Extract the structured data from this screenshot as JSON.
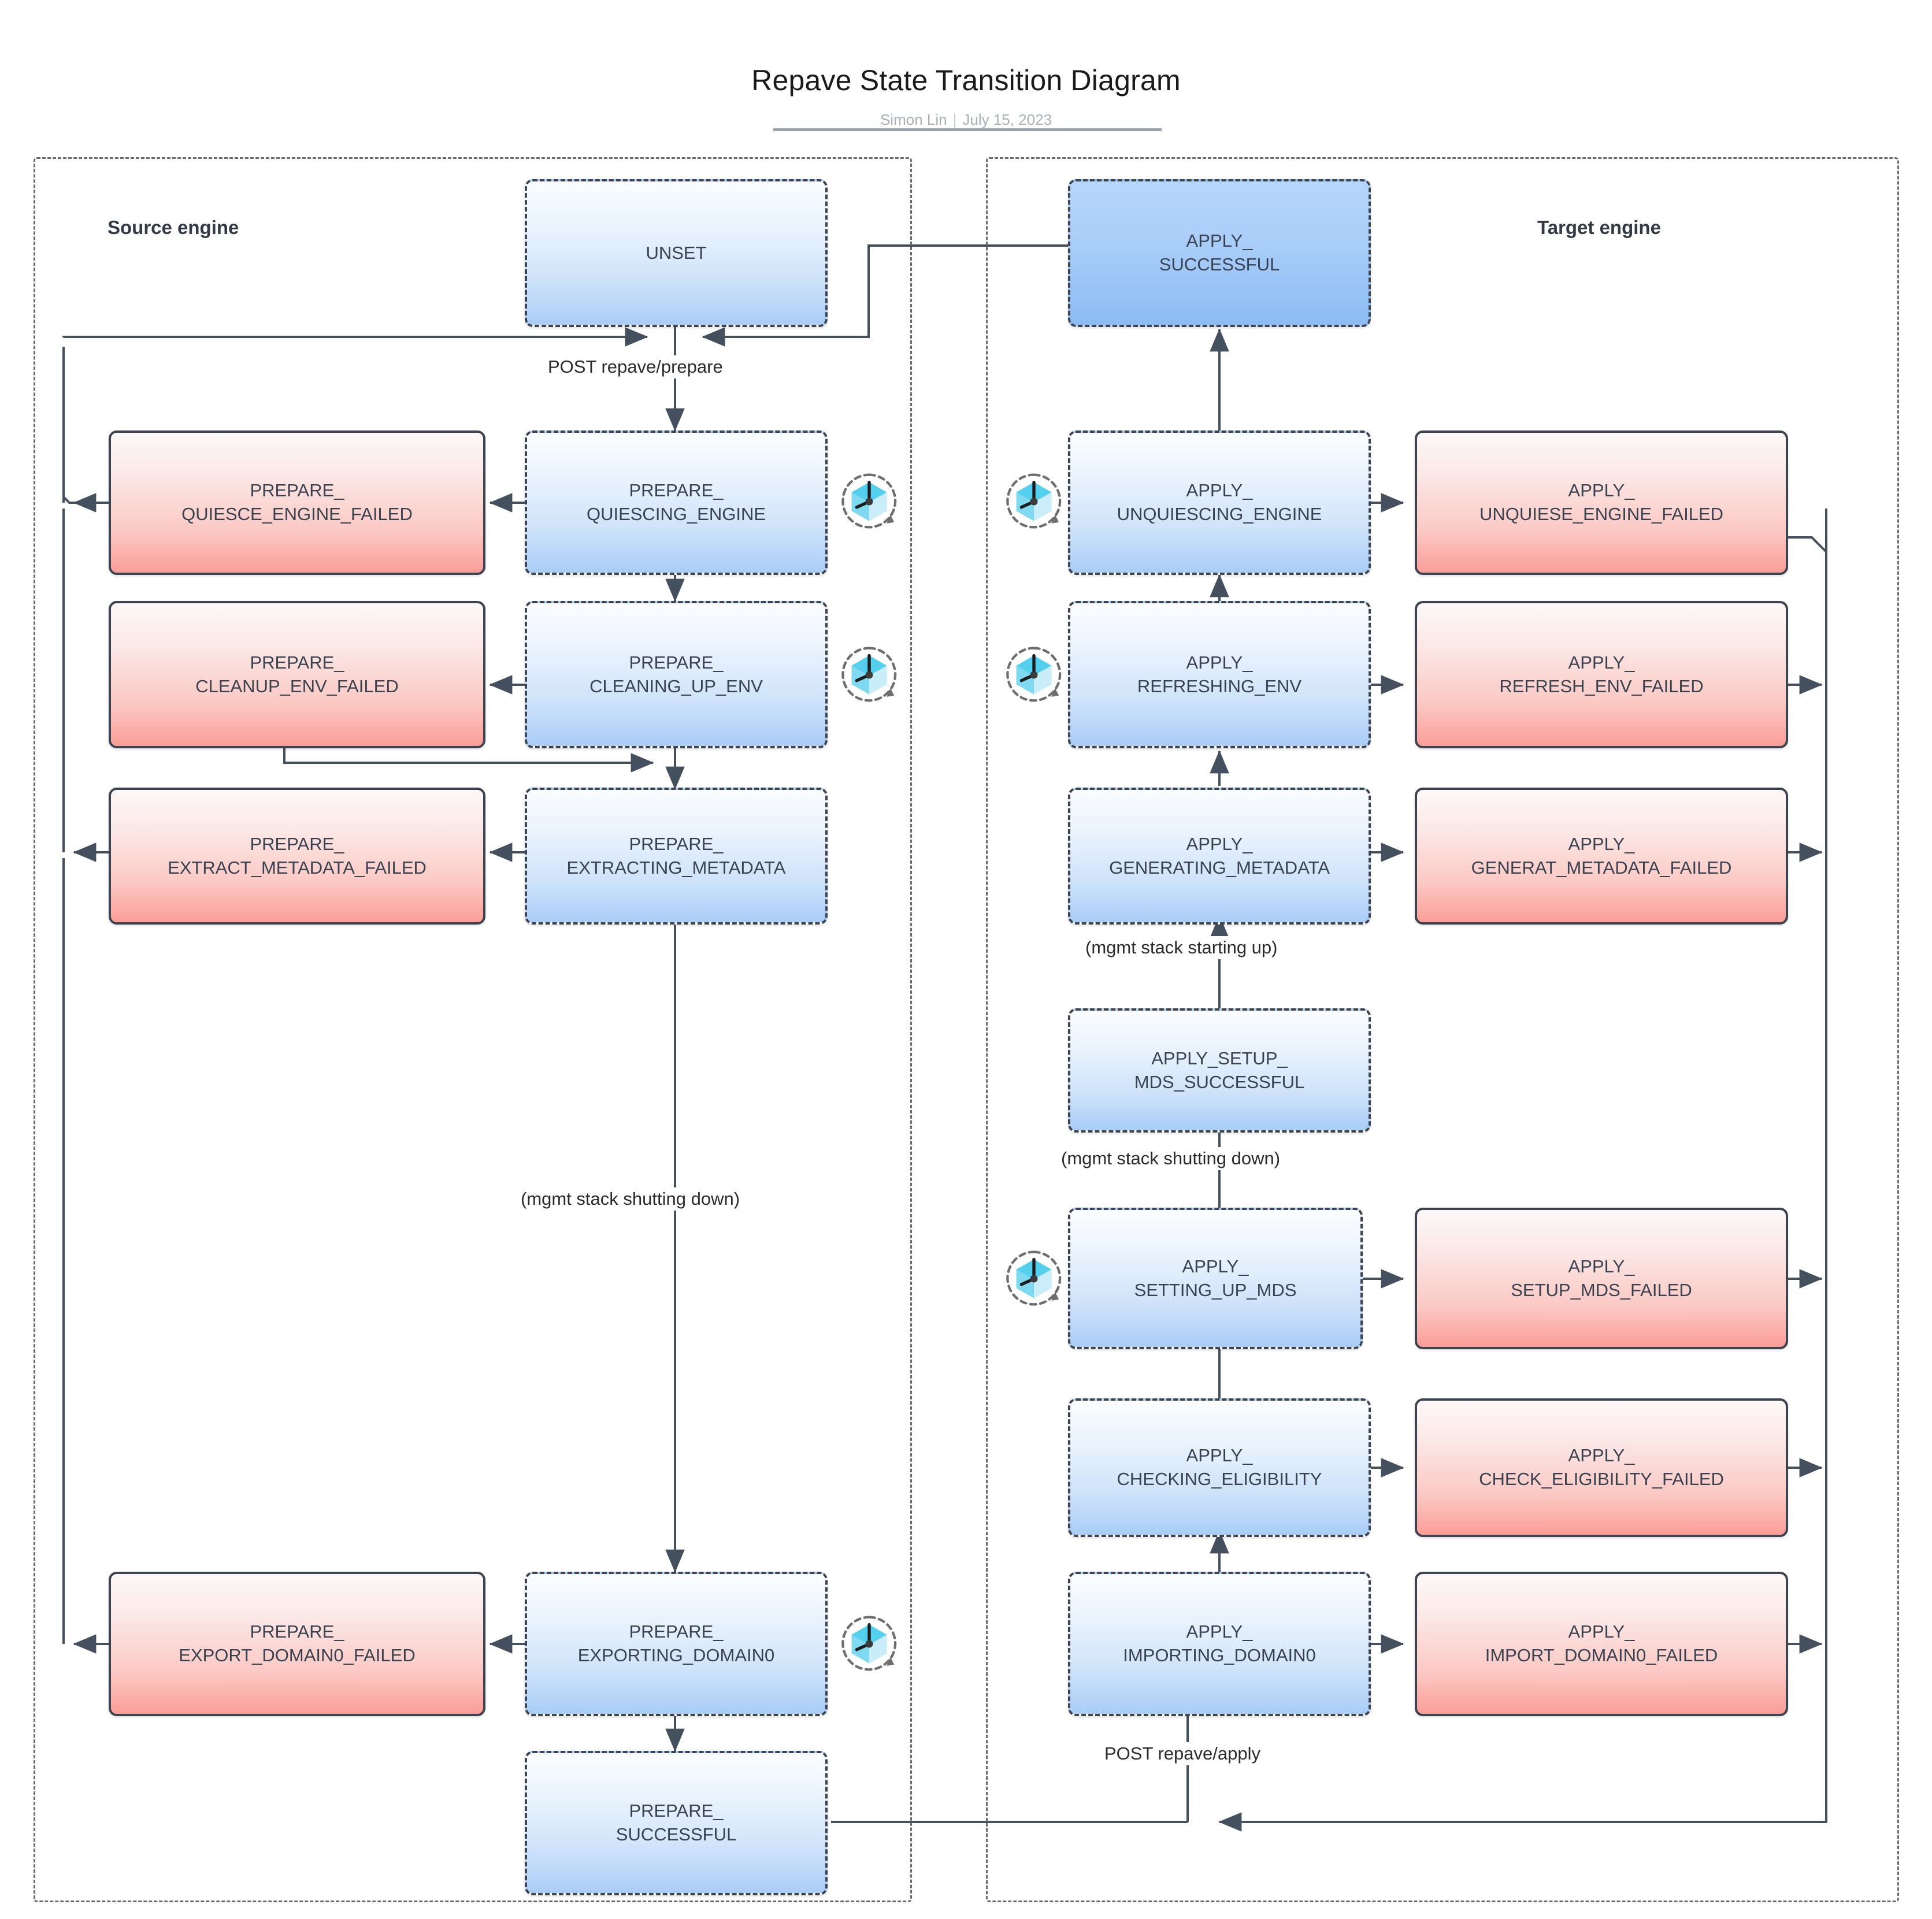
{
  "header": {
    "title": "Repave State Transition Diagram",
    "author": "Simon Lin",
    "separator": "|",
    "date": "July 15, 2023"
  },
  "panels": {
    "source": {
      "label": "Source engine"
    },
    "target": {
      "label": "Target engine"
    }
  },
  "edge_labels": {
    "post_repave_prepare": "POST repave/prepare",
    "mgmt_stack_shutting_down_left": "(mgmt stack shutting down)",
    "mgmt_stack_starting_up": "(mgmt stack starting up)",
    "mgmt_stack_shutting_down_right": "(mgmt stack shutting down)",
    "post_repave_apply": "POST repave/apply"
  },
  "icons": {
    "timer": "cube-timer-icon"
  },
  "colors": {
    "blue_node_border": "#3d4450",
    "blue_node_fill_top": "#fbfdff",
    "blue_node_fill_bottom": "#a9cdf6",
    "blue_solid_fill_top": "#b7d7fb",
    "blue_solid_fill_bottom": "#8cbcf4",
    "red_node_border": "#3d4450",
    "red_node_fill_top": "#fdf8f8",
    "red_node_fill_bottom": "#fb9d97",
    "panel_border": "#6b6b6b",
    "wire": "#45505e",
    "title_text": "#1a1a1a",
    "subtitle_text": "#a9b0ba",
    "node_text": "#3a4150",
    "icon_cube": "#2cc0e8",
    "icon_cube_light": "#c9eefa",
    "icon_cube_mid": "#6fd4ef"
  },
  "nodes": {
    "unset": {
      "label": "UNSET",
      "kind": "blue",
      "timer": false
    },
    "prepare_quiescing_engine": {
      "label": "PREPARE_\nQUIESCING_ENGINE",
      "kind": "blue",
      "timer": true
    },
    "prepare_quiesce_engine_failed": {
      "label": "PREPARE_\nQUIESCE_ENGINE_FAILED",
      "kind": "red",
      "timer": false
    },
    "prepare_cleaning_up_env": {
      "label": "PREPARE_\nCLEANING_UP_ENV",
      "kind": "blue",
      "timer": true
    },
    "prepare_cleanup_env_failed": {
      "label": "PREPARE_\nCLEANUP_ENV_FAILED",
      "kind": "red",
      "timer": false
    },
    "prepare_extracting_metadata": {
      "label": "PREPARE_\nEXTRACTING_METADATA",
      "kind": "blue",
      "timer": false
    },
    "prepare_extract_metadata_failed": {
      "label": "PREPARE_\nEXTRACT_METADATA_FAILED",
      "kind": "red",
      "timer": false
    },
    "prepare_exporting_domain0": {
      "label": "PREPARE_\nEXPORTING_DOMAIN0",
      "kind": "blue",
      "timer": true
    },
    "prepare_export_domain0_failed": {
      "label": "PREPARE_\nEXPORT_DOMAIN0_FAILED",
      "kind": "red",
      "timer": false
    },
    "prepare_successful": {
      "label": "PREPARE_\nSUCCESSFUL",
      "kind": "blue",
      "timer": false
    },
    "apply_successful": {
      "label": "APPLY_\nSUCCESSFUL",
      "kind": "blue-solid",
      "timer": false
    },
    "apply_unquiescing_engine": {
      "label": "APPLY_\nUNQUIESCING_ENGINE",
      "kind": "blue",
      "timer": true
    },
    "apply_unquiese_engine_failed": {
      "label": "APPLY_\nUNQUIESE_ENGINE_FAILED",
      "kind": "red",
      "timer": false
    },
    "apply_refreshing_env": {
      "label": "APPLY_\nREFRESHING_ENV",
      "kind": "blue",
      "timer": true
    },
    "apply_refresh_env_failed": {
      "label": "APPLY_\nREFRESH_ENV_FAILED",
      "kind": "red",
      "timer": false
    },
    "apply_generating_metadata": {
      "label": "APPLY_\nGENERATING_METADATA",
      "kind": "blue",
      "timer": false
    },
    "apply_generat_metadata_failed": {
      "label": "APPLY_\nGENERAT_METADATA_FAILED",
      "kind": "red",
      "timer": false
    },
    "apply_setup_mds_successful": {
      "label": "APPLY_SETUP_\nMDS_SUCCESSFUL",
      "kind": "blue",
      "timer": false
    },
    "apply_setting_up_mds": {
      "label": "APPLY_\nSETTING_UP_MDS",
      "kind": "blue",
      "timer": true
    },
    "apply_setup_mds_failed": {
      "label": "APPLY_\nSETUP_MDS_FAILED",
      "kind": "red",
      "timer": false
    },
    "apply_checking_eligibility": {
      "label": "APPLY_\nCHECKING_ELIGIBILITY",
      "kind": "blue",
      "timer": false
    },
    "apply_check_eligibility_failed": {
      "label": "APPLY_\nCHECK_ELIGIBILITY_FAILED",
      "kind": "red",
      "timer": false
    },
    "apply_importing_domain0": {
      "label": "APPLY_\nIMPORTING_DOMAIN0",
      "kind": "blue",
      "timer": false
    },
    "apply_import_domain0_failed": {
      "label": "APPLY_\nIMPORT_DOMAIN0_FAILED",
      "kind": "red",
      "timer": false
    }
  },
  "transitions": [
    {
      "from": "unset",
      "to": "prepare_quiescing_engine",
      "label": "POST repave/prepare"
    },
    {
      "from": "prepare_quiescing_engine",
      "to": "prepare_quiesce_engine_failed",
      "label": ""
    },
    {
      "from": "prepare_quiescing_engine",
      "to": "prepare_cleaning_up_env",
      "label": ""
    },
    {
      "from": "prepare_cleaning_up_env",
      "to": "prepare_cleanup_env_failed",
      "label": ""
    },
    {
      "from": "prepare_cleaning_up_env",
      "to": "prepare_extracting_metadata",
      "label": ""
    },
    {
      "from": "prepare_cleanup_env_failed",
      "to": "prepare_extracting_metadata",
      "label": ""
    },
    {
      "from": "prepare_extracting_metadata",
      "to": "prepare_extract_metadata_failed",
      "label": ""
    },
    {
      "from": "prepare_extracting_metadata",
      "to": "prepare_exporting_domain0",
      "label": "(mgmt stack shutting down)"
    },
    {
      "from": "prepare_exporting_domain0",
      "to": "prepare_export_domain0_failed",
      "label": ""
    },
    {
      "from": "prepare_exporting_domain0",
      "to": "prepare_successful",
      "label": ""
    },
    {
      "from": "prepare_quiesce_engine_failed",
      "to": "unset",
      "label": ""
    },
    {
      "from": "prepare_extract_metadata_failed",
      "to": "unset",
      "label": ""
    },
    {
      "from": "prepare_export_domain0_failed",
      "to": "unset",
      "label": ""
    },
    {
      "from": "prepare_successful",
      "to": "apply_importing_domain0",
      "label": "POST repave/apply"
    },
    {
      "from": "apply_importing_domain0",
      "to": "apply_import_domain0_failed",
      "label": ""
    },
    {
      "from": "apply_importing_domain0",
      "to": "apply_checking_eligibility",
      "label": ""
    },
    {
      "from": "apply_checking_eligibility",
      "to": "apply_check_eligibility_failed",
      "label": ""
    },
    {
      "from": "apply_checking_eligibility",
      "to": "apply_setting_up_mds",
      "label": ""
    },
    {
      "from": "apply_setting_up_mds",
      "to": "apply_setup_mds_failed",
      "label": ""
    },
    {
      "from": "apply_setting_up_mds",
      "to": "apply_setup_mds_successful",
      "label": "(mgmt stack shutting down)"
    },
    {
      "from": "apply_setup_mds_successful",
      "to": "apply_generating_metadata",
      "label": "(mgmt stack starting up)"
    },
    {
      "from": "apply_generating_metadata",
      "to": "apply_generat_metadata_failed",
      "label": ""
    },
    {
      "from": "apply_generating_metadata",
      "to": "apply_refreshing_env",
      "label": ""
    },
    {
      "from": "apply_refreshing_env",
      "to": "apply_refresh_env_failed",
      "label": ""
    },
    {
      "from": "apply_refreshing_env",
      "to": "apply_unquiescing_engine",
      "label": ""
    },
    {
      "from": "apply_unquiescing_engine",
      "to": "apply_unquiese_engine_failed",
      "label": ""
    },
    {
      "from": "apply_unquiescing_engine",
      "to": "apply_successful",
      "label": ""
    },
    {
      "from": "apply_successful",
      "to": "unset",
      "label": ""
    }
  ]
}
